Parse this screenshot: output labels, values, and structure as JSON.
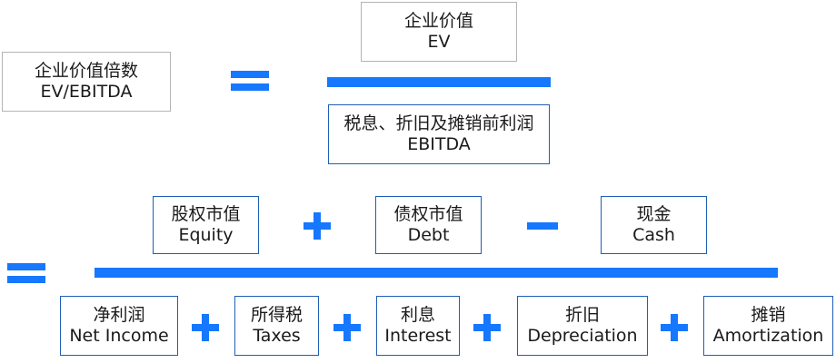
{
  "top": {
    "multiple": {
      "zh": "企业价值倍数",
      "en": "EV/EBITDA"
    },
    "ev": {
      "zh": "企业价值",
      "en": "EV"
    },
    "ebitda": {
      "zh": "税息、折旧及摊销前利润",
      "en": "EBITDA"
    }
  },
  "middle": {
    "equity": {
      "zh": "股权市值",
      "en": "Equity"
    },
    "debt": {
      "zh": "债权市值",
      "en": "Debt"
    },
    "cash": {
      "zh": "现金",
      "en": "Cash"
    }
  },
  "bottom": {
    "net_income": {
      "zh": "净利润",
      "en": "Net Income"
    },
    "taxes": {
      "zh": "所得税",
      "en": "Taxes"
    },
    "interest": {
      "zh": "利息",
      "en": "Interest"
    },
    "depreciation": {
      "zh": "折旧",
      "en": "Depreciation"
    },
    "amortization": {
      "zh": "摊销",
      "en": "Amortization"
    }
  },
  "colors": {
    "accent": "#1677ff",
    "border_gray": "#b4b4b4",
    "border_blue": "#1f5fb4"
  },
  "operators": {
    "top_equals": "equals",
    "bottom_equals": "equals",
    "plus_1": "plus",
    "minus_1": "minus",
    "plus_2": "plus",
    "plus_3": "plus",
    "plus_4": "plus",
    "plus_5": "plus"
  }
}
